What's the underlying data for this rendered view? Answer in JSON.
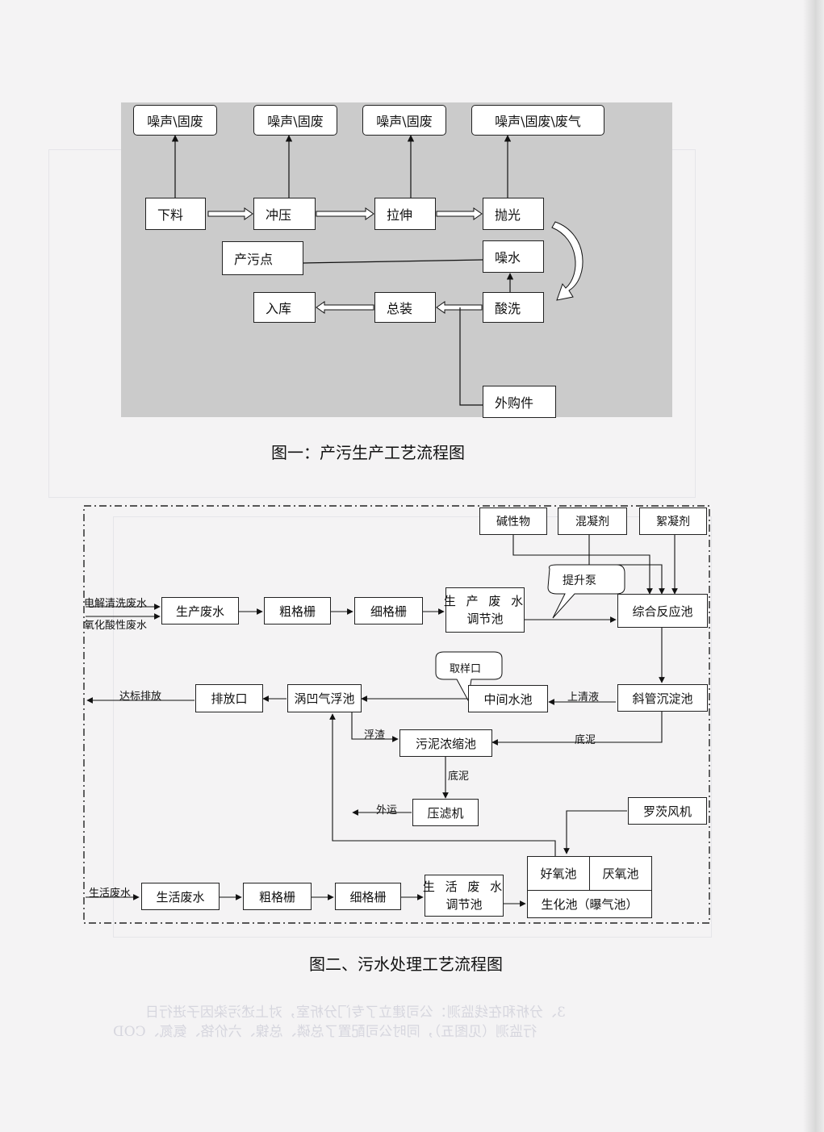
{
  "figure1": {
    "caption": "图一：产污生产工艺流程图",
    "outputs": [
      "噪声\\固废",
      "噪声\\固废",
      "噪声\\固废",
      "噪声\\固废\\废气"
    ],
    "steps": {
      "xialiao": "下料",
      "chongya": "冲压",
      "lashen": "拉伸",
      "paoguang": "抛光",
      "zaoshui": "噪水",
      "chanwudian": "产污点",
      "suanxi": "酸洗",
      "zongzhuang": "总装",
      "ruku": "入库",
      "waigoujian": "外购件"
    }
  },
  "figure2": {
    "caption": "图二、污水处理工艺流程图",
    "reagents": [
      "碱性物",
      "混凝剂",
      "絮凝剂"
    ],
    "inputs": {
      "electrolytic": "电解清洗废水",
      "oxidation": "氧化酸性废水",
      "domestic": "生活废水"
    },
    "boxes": {
      "production_wastewater": "生产废水",
      "coarse_grid_1": "粗格栅",
      "fine_grid_1": "细格栅",
      "prod_adjust_line1": "生 产 废 水",
      "prod_adjust_line2": "调节池",
      "reaction_tank": "综合反应池",
      "inclined_sedimentation": "斜管沉淀池",
      "middle_tank": "中间水池",
      "vortex_flotation": "涡凹气浮池",
      "outlet": "排放口",
      "sludge_thickener": "污泥浓缩池",
      "filter_press": "压滤机",
      "roots_blower": "罗茨风机",
      "aerobic": "好氧池",
      "anaerobic": "厌氧池",
      "biochem": "生化池（曝气池）",
      "domestic_wastewater": "生活废水",
      "coarse_grid_2": "粗格栅",
      "fine_grid_2": "细格栅",
      "dom_adjust_line1": "生 活 废 水",
      "dom_adjust_line2": "调节池"
    },
    "callouts": {
      "lift_pump": "提升泵",
      "sampling_port": "取样口"
    },
    "edge_labels": {
      "discharge": "达标排放",
      "supernatant": "上清液",
      "scum": "浮渣",
      "sludge_1": "底泥",
      "sludge_2": "底泥",
      "outbound": "外运"
    }
  },
  "bleed_through": {
    "line1": "3、分析和在线监测：公司建立了专门分析室，对上述污染因子进行日",
    "line2": "行监测（见图五），同时公司配置了总磷、总镍、六价铬、氨氮、COD"
  }
}
